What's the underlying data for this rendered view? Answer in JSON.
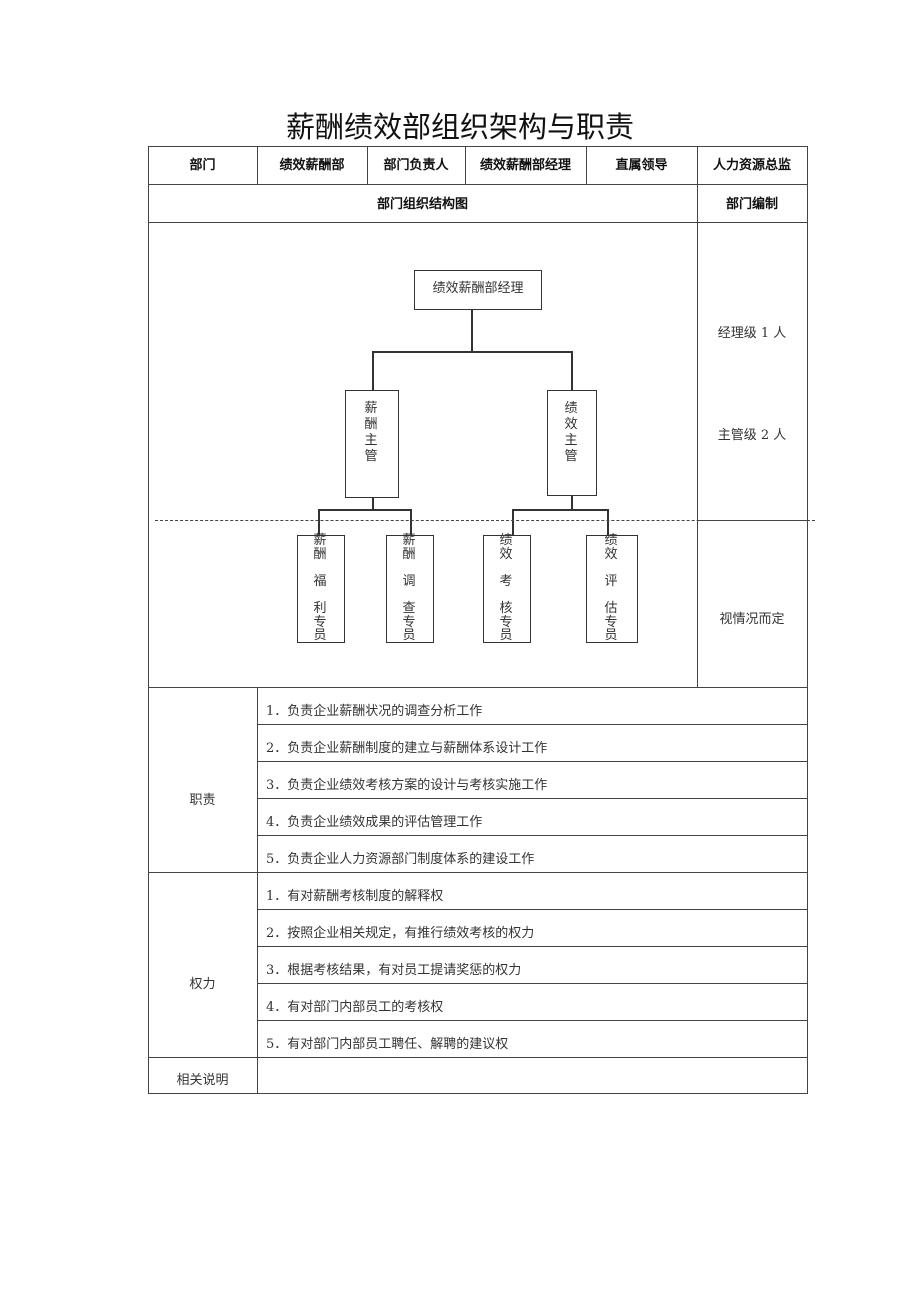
{
  "title": "薪酬绩效部组织架构与职责",
  "header": {
    "dept_label": "部门",
    "dept_value": "绩效薪酬部",
    "head_label": "部门负责人",
    "head_value": "绩效薪酬部经理",
    "superior_label": "直属领导",
    "superior_value": "人力资源总监"
  },
  "section_header": {
    "chart_label": "部门组织结构图",
    "staffing_label": "部门编制"
  },
  "org_chart": {
    "top": "绩效薪酬部经理",
    "mid_left": "薪\n酬\n主\n管",
    "mid_right": "绩\n效\n主\n管",
    "leaves": [
      "薪\n酬\n\n福\n\n利\n专\n员",
      "薪\n酬\n\n调\n\n查\n专\n员",
      "绩\n效\n\n考\n\n核\n专\n员",
      "绩\n效\n\n评\n\n估\n专\n员"
    ]
  },
  "staffing": {
    "manager": "经理级 1 人",
    "supervisor": "主管级 2 人",
    "staff": "视情况而定"
  },
  "duties": {
    "label": "职责",
    "items": [
      "1．负责企业薪酬状况的调查分析工作",
      "2．负责企业薪酬制度的建立与薪酬体系设计工作",
      "3．负责企业绩效考核方案的设计与考核实施工作",
      "4．负责企业绩效成果的评估管理工作",
      "5．负责企业人力资源部门制度体系的建设工作"
    ]
  },
  "authority": {
    "label": "权力",
    "items": [
      "1．有对薪酬考核制度的解释权",
      "2．按照企业相关规定，有推行绩效考核的权力",
      "3．根据考核结果，有对员工提请奖惩的权力",
      "4．有对部门内部员工的考核权",
      "5．有对部门内部员工聘任、解聘的建议权"
    ]
  },
  "notes": {
    "label": "相关说明",
    "value": ""
  }
}
